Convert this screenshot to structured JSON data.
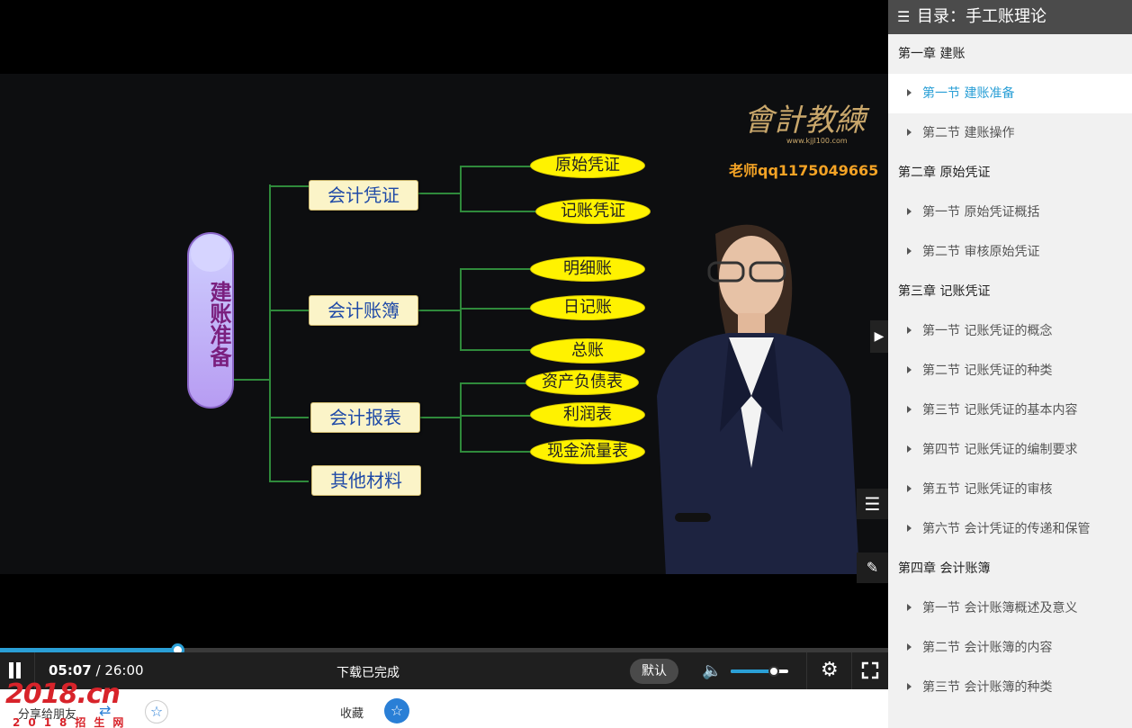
{
  "video": {
    "mindmap": {
      "root": "建账准备",
      "branches": [
        {
          "label": "会计凭证",
          "leaves": [
            "原始凭证",
            "记账凭证"
          ]
        },
        {
          "label": "会计账簿",
          "leaves": [
            "明细账",
            "日记账",
            "总账"
          ]
        },
        {
          "label": "会计报表",
          "leaves": [
            "资产负债表",
            "利润表",
            "现金流量表"
          ]
        },
        {
          "label": "其他材料",
          "leaves": []
        }
      ]
    },
    "brand_text": "會計教練",
    "brand_url": "www.kjjl100.com",
    "teacher_qq": "老师qq1175049665"
  },
  "controls": {
    "current_time": "05:07",
    "separator": " / ",
    "total_time": "26:00",
    "progress": 0.2,
    "download_status": "下载已完成",
    "quality": "默认",
    "volume": 0.75
  },
  "below": {
    "share_label": "分享给朋友",
    "collect_label": "收藏",
    "watermark_big": "2018.cn",
    "watermark_small": "2018招生网"
  },
  "toc": {
    "title": "目录：手工账理论",
    "items": [
      {
        "type": "chapter",
        "label": "第一章 建账"
      },
      {
        "type": "section",
        "label": "第一节 建账准备",
        "active": true
      },
      {
        "type": "section",
        "label": "第二节 建账操作"
      },
      {
        "type": "chapter",
        "label": "第二章 原始凭证"
      },
      {
        "type": "section",
        "label": "第一节 原始凭证概括"
      },
      {
        "type": "section",
        "label": "第二节 审核原始凭证"
      },
      {
        "type": "chapter",
        "label": "第三章 记账凭证"
      },
      {
        "type": "section",
        "label": "第一节 记账凭证的概念"
      },
      {
        "type": "section",
        "label": "第二节 记账凭证的种类"
      },
      {
        "type": "section",
        "label": "第三节 记账凭证的基本内容"
      },
      {
        "type": "section",
        "label": "第四节 记账凭证的编制要求"
      },
      {
        "type": "section",
        "label": "第五节 记账凭证的审核"
      },
      {
        "type": "section",
        "label": "第六节 会计凭证的传递和保管"
      },
      {
        "type": "chapter",
        "label": "第四章 会计账簿"
      },
      {
        "type": "section",
        "label": "第一节 会计账簿概述及意义"
      },
      {
        "type": "section",
        "label": "第二节 会计账簿的内容"
      },
      {
        "type": "section",
        "label": "第三节 会计账簿的种类"
      }
    ]
  }
}
